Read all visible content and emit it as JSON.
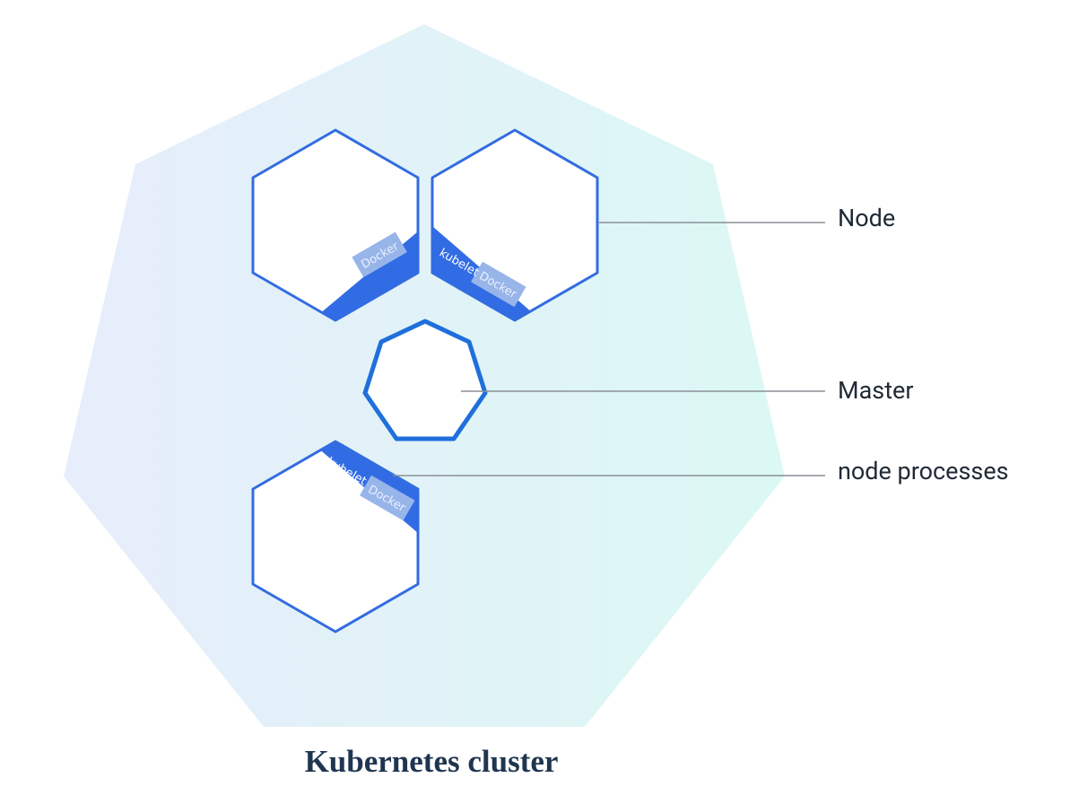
{
  "diagram": {
    "title": "Kubernetes cluster",
    "labels": {
      "node": "Node",
      "master": "Master",
      "node_processes": "node processes"
    },
    "process_tags": {
      "kubelet": "kubelet",
      "docker": "Docker"
    },
    "colors": {
      "cluster_gradient_start": "#e6edfb",
      "cluster_gradient_end": "#dcf8f4",
      "node_stroke": "#336ce0",
      "process_band": "#326ce5",
      "docker_box": "#98b5ea",
      "master_stroke": "#1f6fdc",
      "leader_line": "#8a8f96",
      "label_text": "#1f2a36",
      "title_text": "#1f3550"
    }
  }
}
